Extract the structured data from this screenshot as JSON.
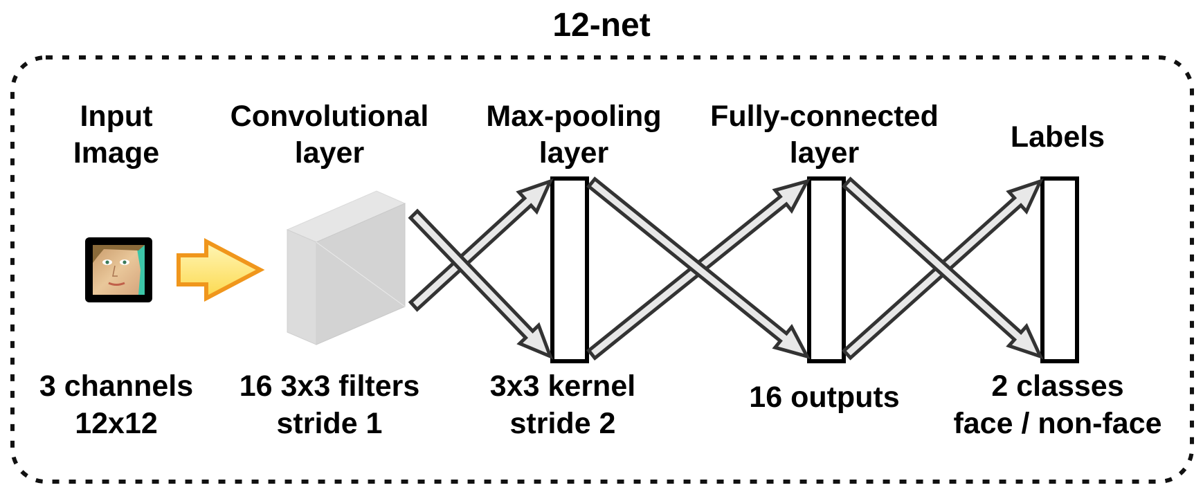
{
  "title": "12-net",
  "stages": [
    {
      "heading_lines": [
        "Input",
        "Image"
      ],
      "caption_lines": [
        "3 channels",
        "12x12"
      ]
    },
    {
      "heading_lines": [
        "Convolutional",
        "layer"
      ],
      "caption_lines": [
        "16 3x3 filters",
        "stride 1"
      ]
    },
    {
      "heading_lines": [
        "Max-pooling",
        "layer"
      ],
      "caption_lines": [
        "3x3 kernel",
        "stride 2"
      ]
    },
    {
      "heading_lines": [
        "Fully-connected",
        "layer"
      ],
      "caption_lines": [
        "16 outputs"
      ]
    },
    {
      "heading_lines": [
        "Labels"
      ],
      "caption_lines": [
        "2 classes",
        "face / non-face"
      ]
    }
  ],
  "colors": {
    "border": "#111111",
    "arrow_fill": "#e8e8e8",
    "arrow_stroke": "#333333",
    "input_arrow_fill": "#fde57a",
    "input_arrow_stroke": "#f0961c",
    "volume": "#cfcfcf"
  },
  "icons": {
    "input_image": "face-thumbnail-icon",
    "input_arrow": "right-arrow-icon"
  }
}
